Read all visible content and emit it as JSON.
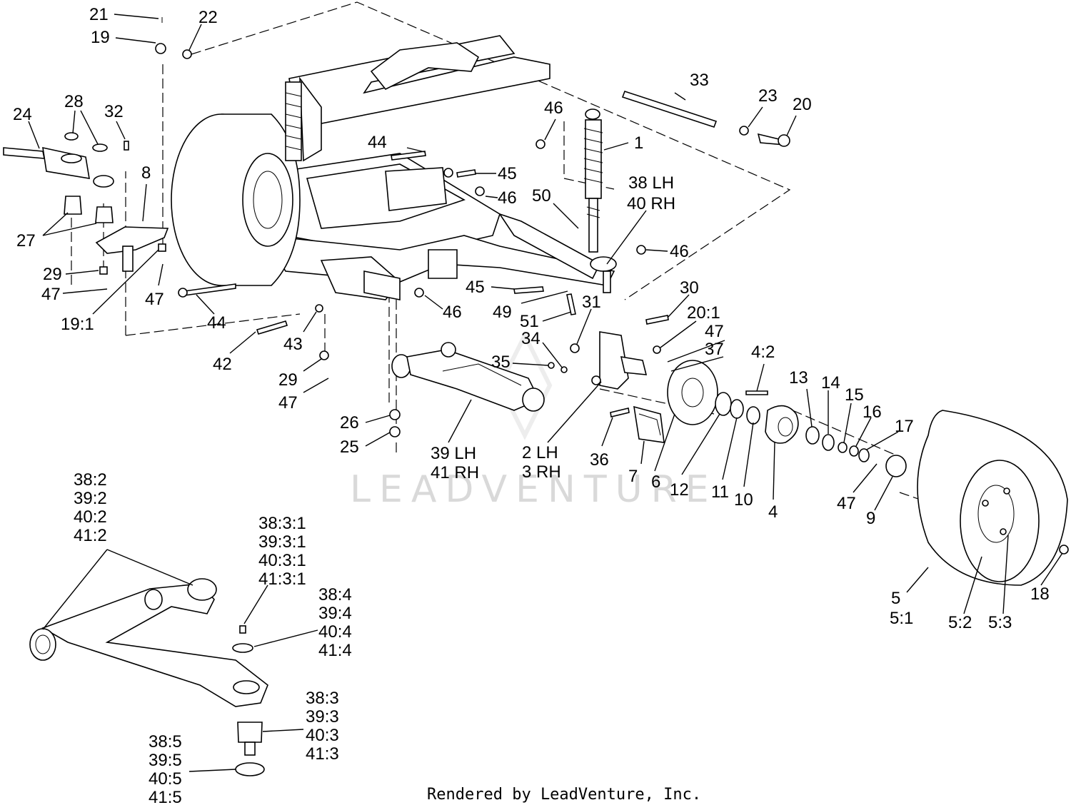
{
  "watermark": "LEADVENTURE",
  "credit": "Rendered by LeadVenture, Inc.",
  "callouts": [
    {
      "id": "c21",
      "text": "21"
    },
    {
      "id": "c19",
      "text": "19"
    },
    {
      "id": "c22",
      "text": "22"
    },
    {
      "id": "c24",
      "text": "24"
    },
    {
      "id": "c28",
      "text": "28"
    },
    {
      "id": "c32",
      "text": "32"
    },
    {
      "id": "c8",
      "text": "8"
    },
    {
      "id": "c27",
      "text": "27"
    },
    {
      "id": "c29a",
      "text": "29"
    },
    {
      "id": "c47a",
      "text": "47"
    },
    {
      "id": "c47b",
      "text": "47"
    },
    {
      "id": "c19_1",
      "text": "19:1"
    },
    {
      "id": "c44a",
      "text": "44"
    },
    {
      "id": "c42",
      "text": "42"
    },
    {
      "id": "c43",
      "text": "43"
    },
    {
      "id": "c29b",
      "text": "29"
    },
    {
      "id": "c47c",
      "text": "47"
    },
    {
      "id": "c26",
      "text": "26"
    },
    {
      "id": "c25",
      "text": "25"
    },
    {
      "id": "c44b",
      "text": "44"
    },
    {
      "id": "c45a",
      "text": "45"
    },
    {
      "id": "c46a",
      "text": "46"
    },
    {
      "id": "c46b",
      "text": "46"
    },
    {
      "id": "c46c",
      "text": "46"
    },
    {
      "id": "c46d",
      "text": "46"
    },
    {
      "id": "c33",
      "text": "33"
    },
    {
      "id": "c23",
      "text": "23"
    },
    {
      "id": "c20",
      "text": "20"
    },
    {
      "id": "c1",
      "text": "1"
    },
    {
      "id": "c38lh",
      "text": "38 LH"
    },
    {
      "id": "c40rh",
      "text": "40 RH"
    },
    {
      "id": "c50",
      "text": "50"
    },
    {
      "id": "c45b",
      "text": "45"
    },
    {
      "id": "c49",
      "text": "49"
    },
    {
      "id": "c51",
      "text": "51"
    },
    {
      "id": "c31",
      "text": "31"
    },
    {
      "id": "c30",
      "text": "30"
    },
    {
      "id": "c20_1",
      "text": "20:1"
    },
    {
      "id": "c47d",
      "text": "47"
    },
    {
      "id": "c37",
      "text": "37"
    },
    {
      "id": "c34",
      "text": "34"
    },
    {
      "id": "c35",
      "text": "35"
    },
    {
      "id": "c39lh",
      "text": "39 LH"
    },
    {
      "id": "c41rh",
      "text": "41 RH"
    },
    {
      "id": "c2lh",
      "text": "2 LH"
    },
    {
      "id": "c3rh",
      "text": "3 RH"
    },
    {
      "id": "c36",
      "text": "36"
    },
    {
      "id": "c7",
      "text": "7"
    },
    {
      "id": "c6",
      "text": "6"
    },
    {
      "id": "c12",
      "text": "12"
    },
    {
      "id": "c11",
      "text": "11"
    },
    {
      "id": "c10",
      "text": "10"
    },
    {
      "id": "c4",
      "text": "4"
    },
    {
      "id": "c4_2",
      "text": "4:2"
    },
    {
      "id": "c13",
      "text": "13"
    },
    {
      "id": "c14",
      "text": "14"
    },
    {
      "id": "c15",
      "text": "15"
    },
    {
      "id": "c16",
      "text": "16"
    },
    {
      "id": "c17",
      "text": "17"
    },
    {
      "id": "c47e",
      "text": "47"
    },
    {
      "id": "c9",
      "text": "9"
    },
    {
      "id": "c5",
      "text": "5"
    },
    {
      "id": "c5_1",
      "text": "5:1"
    },
    {
      "id": "c5_2",
      "text": "5:2"
    },
    {
      "id": "c5_3",
      "text": "5:3"
    },
    {
      "id": "c18",
      "text": "18"
    },
    {
      "id": "d38_2",
      "text": "38:2"
    },
    {
      "id": "d39_2",
      "text": "39:2"
    },
    {
      "id": "d40_2",
      "text": "40:2"
    },
    {
      "id": "d41_2",
      "text": "41:2"
    },
    {
      "id": "d38_3_1",
      "text": "38:3:1"
    },
    {
      "id": "d39_3_1",
      "text": "39:3:1"
    },
    {
      "id": "d40_3_1",
      "text": "40:3:1"
    },
    {
      "id": "d41_3_1",
      "text": "41:3:1"
    },
    {
      "id": "d38_4",
      "text": "38:4"
    },
    {
      "id": "d39_4",
      "text": "39:4"
    },
    {
      "id": "d40_4",
      "text": "40:4"
    },
    {
      "id": "d41_4",
      "text": "41:4"
    },
    {
      "id": "d38_3",
      "text": "38:3"
    },
    {
      "id": "d39_3",
      "text": "39:3"
    },
    {
      "id": "d40_3",
      "text": "40:3"
    },
    {
      "id": "d41_3",
      "text": "41:3"
    },
    {
      "id": "d38_5",
      "text": "38:5"
    },
    {
      "id": "d39_5",
      "text": "39:5"
    },
    {
      "id": "d40_5",
      "text": "40:5"
    },
    {
      "id": "d41_5",
      "text": "41:5"
    }
  ]
}
